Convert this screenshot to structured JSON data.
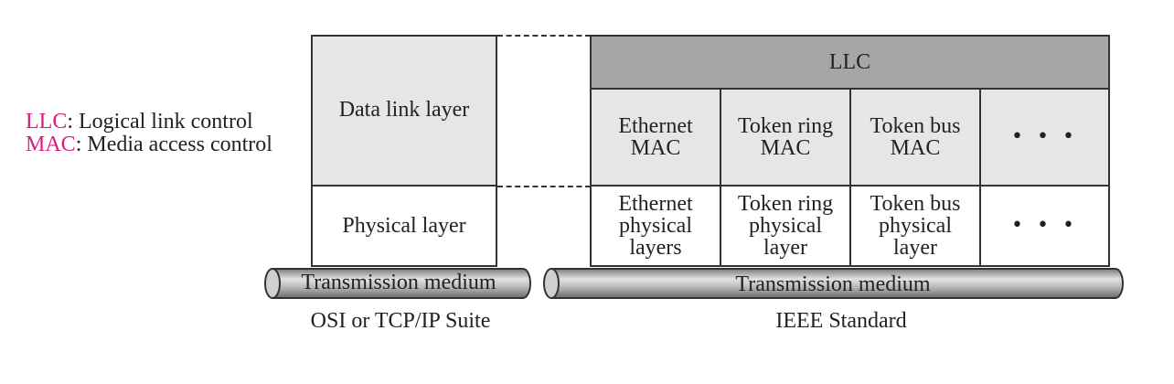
{
  "legend": {
    "llc_abbr": "LLC",
    "llc_text": ": Logical link control",
    "mac_abbr": "MAC",
    "mac_text": ": Media access control"
  },
  "osi": {
    "data_link": "Data link layer",
    "physical": "Physical layer",
    "medium": "Transmission medium",
    "caption": "OSI or TCP/IP Suite"
  },
  "ieee": {
    "llc": "LLC",
    "mac": [
      [
        "Ethernet",
        "MAC"
      ],
      [
        "Token ring",
        "MAC"
      ],
      [
        "Token bus",
        "MAC"
      ],
      [
        "• • •"
      ]
    ],
    "physical": [
      [
        "Ethernet",
        "physical",
        "layers"
      ],
      [
        "Token ring",
        "physical",
        "layer"
      ],
      [
        "Token bus",
        "physical",
        "layer"
      ],
      [
        "• • •"
      ]
    ],
    "medium": "Transmission medium",
    "caption": "IEEE Standard"
  },
  "colors": {
    "abbreviation": "#e0197e",
    "mac_fill": "#e6e6e6",
    "llc_fill": "#a6a6a6",
    "line": "#333333"
  }
}
